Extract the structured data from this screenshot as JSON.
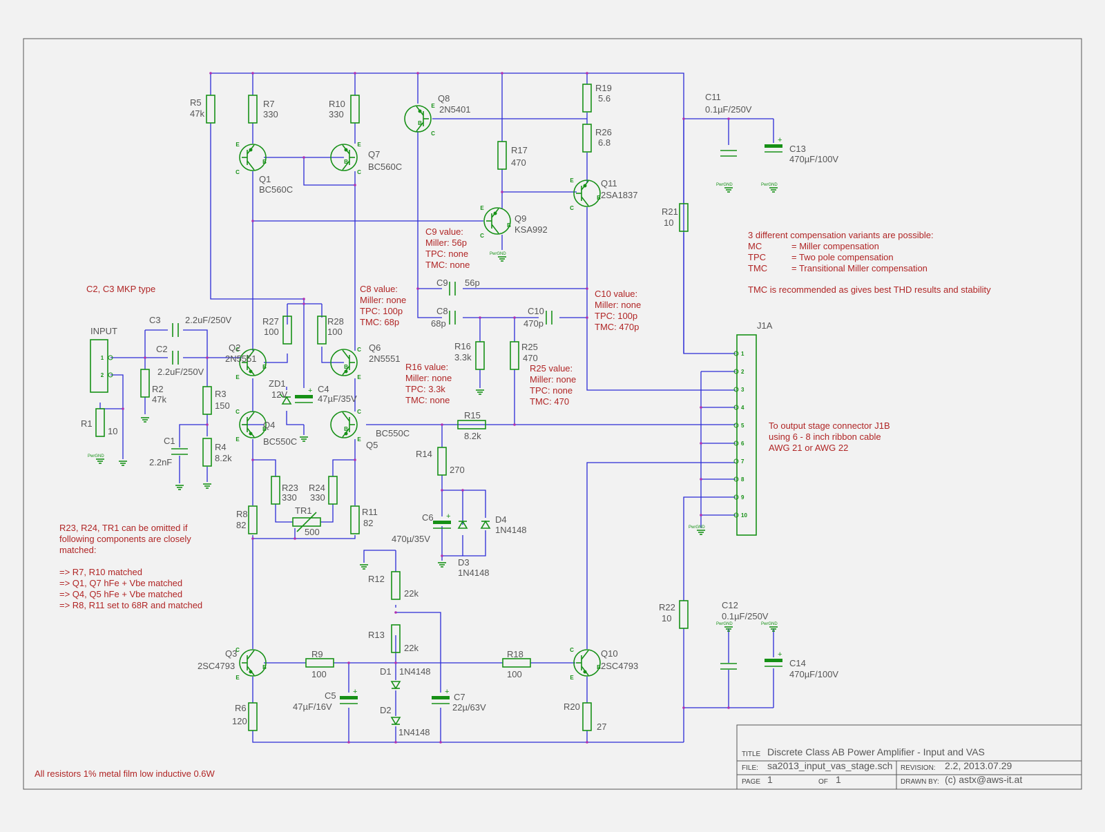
{
  "colors": {
    "wire": "#2b2bd6",
    "component": "#169016",
    "note": "#b02525",
    "label": "#555555"
  },
  "components": {
    "R1": {
      "ref": "R1",
      "value": "10"
    },
    "R2": {
      "ref": "R2",
      "value": "47k"
    },
    "R3": {
      "ref": "R3",
      "value": "150"
    },
    "R4": {
      "ref": "R4",
      "value": "8.2k"
    },
    "R5": {
      "ref": "R5",
      "value": "47k"
    },
    "R6": {
      "ref": "R6",
      "value": "120"
    },
    "R7": {
      "ref": "R7",
      "value": "330"
    },
    "R8": {
      "ref": "R8",
      "value": "82"
    },
    "R9": {
      "ref": "R9",
      "value": "100"
    },
    "R10": {
      "ref": "R10",
      "value": "330"
    },
    "R11": {
      "ref": "R11",
      "value": "82"
    },
    "R12": {
      "ref": "R12",
      "value": "22k"
    },
    "R13": {
      "ref": "R13",
      "value": "22k"
    },
    "R14": {
      "ref": "R14",
      "value": "270"
    },
    "R15": {
      "ref": "R15",
      "value": "8.2k"
    },
    "R16": {
      "ref": "R16",
      "value": "3.3k"
    },
    "R17": {
      "ref": "R17",
      "value": "470"
    },
    "R18": {
      "ref": "R18",
      "value": "100"
    },
    "R19": {
      "ref": "R19",
      "value": "5.6"
    },
    "R20": {
      "ref": "R20",
      "value": "27"
    },
    "R21": {
      "ref": "R21",
      "value": "10"
    },
    "R22": {
      "ref": "R22",
      "value": "10"
    },
    "R23": {
      "ref": "R23",
      "value": "330"
    },
    "R24": {
      "ref": "R24",
      "value": "330"
    },
    "R25": {
      "ref": "R25",
      "value": "470"
    },
    "R26": {
      "ref": "R26",
      "value": "6.8"
    },
    "R27": {
      "ref": "R27",
      "value": "100"
    },
    "R28": {
      "ref": "R28",
      "value": "100"
    },
    "TR1": {
      "ref": "TR1",
      "value": "500"
    },
    "C1": {
      "ref": "C1",
      "value": "2.2nF"
    },
    "C2": {
      "ref": "C2",
      "value": "2.2uF/250V"
    },
    "C3": {
      "ref": "C3",
      "value": "2.2uF/250V"
    },
    "C4": {
      "ref": "C4",
      "value": "47µF/35V"
    },
    "C5": {
      "ref": "C5",
      "value": "47µF/16V"
    },
    "C6": {
      "ref": "C6",
      "value": "470µ/35V"
    },
    "C7": {
      "ref": "C7",
      "value": "22µ/63V"
    },
    "C8": {
      "ref": "C8",
      "value": "68p"
    },
    "C9": {
      "ref": "C9",
      "value": "56p"
    },
    "C10": {
      "ref": "C10",
      "value": "470p"
    },
    "C11": {
      "ref": "C11",
      "value": "0.1µF/250V"
    },
    "C12": {
      "ref": "C12",
      "value": "0.1µF/250V"
    },
    "C13": {
      "ref": "C13",
      "value": "470µF/100V"
    },
    "C14": {
      "ref": "C14",
      "value": "470µF/100V"
    },
    "ZD1": {
      "ref": "ZD1",
      "value": "12V"
    },
    "D1": {
      "ref": "D1",
      "value": "1N4148"
    },
    "D2": {
      "ref": "D2",
      "value": "1N4148"
    },
    "D3": {
      "ref": "D3",
      "value": "1N4148"
    },
    "D4": {
      "ref": "D4",
      "value": "1N4148"
    },
    "Q1": {
      "ref": "Q1",
      "value": "BC560C"
    },
    "Q2": {
      "ref": "Q2",
      "value": "2N5551"
    },
    "Q3": {
      "ref": "Q3",
      "value": "2SC4793"
    },
    "Q4": {
      "ref": "Q4",
      "value": "BC550C"
    },
    "Q5": {
      "ref": "Q5",
      "value": "BC550C"
    },
    "Q6": {
      "ref": "Q6",
      "value": "2N5551"
    },
    "Q7": {
      "ref": "Q7",
      "value": "BC560C"
    },
    "Q8": {
      "ref": "Q8",
      "value": "2N5401"
    },
    "Q9": {
      "ref": "Q9",
      "value": "KSA992"
    },
    "Q10": {
      "ref": "Q10",
      "value": "2SC4793"
    },
    "Q11": {
      "ref": "Q11",
      "value": "2SA1837"
    }
  },
  "connectors": {
    "input": {
      "ref": "INPUT",
      "pins": [
        "1",
        "2"
      ]
    },
    "j1a": {
      "ref": "J1A",
      "pins": [
        "1",
        "2",
        "3",
        "4",
        "5",
        "6",
        "7",
        "8",
        "9",
        "10"
      ]
    }
  },
  "pin_letters": {
    "e": "E",
    "b": "B",
    "c": "C"
  },
  "gnd_label": "PwrGND",
  "notes": {
    "c2c3": "C2, C3 MKP type",
    "c9": [
      "C9 value:",
      "Miller: 56p",
      "TPC: none",
      "TMC: none"
    ],
    "c8": [
      "C8 value:",
      "Miller: none",
      "TPC: 100p",
      "TMC: 68p"
    ],
    "c10": [
      "C10 value:",
      "Miller: none",
      "TPC: 100p",
      "TMC: 470p"
    ],
    "r16": [
      "R16 value:",
      "Miller: none",
      "TPC: 3.3k",
      "TMC: none"
    ],
    "r25": [
      "R25 value:",
      "Miller: none",
      "TPC: none",
      "TMC: 470"
    ],
    "compensation": {
      "intro": "3 different compensation variants are possible:",
      "rows": [
        {
          "abbr": "MC",
          "desc": "= Miller compensation"
        },
        {
          "abbr": "TPC",
          "desc": "= Two pole compensation"
        },
        {
          "abbr": "TMC",
          "desc": "= Transitional Miller compensation"
        }
      ],
      "recommend": "TMC is recommended as gives best THD results and stability"
    },
    "output": [
      "To output stage connector J1B",
      "using 6 - 8 inch ribbon cable",
      "AWG 21 or AWG 22"
    ],
    "matching": [
      "R23, R24, TR1 can be omitted if",
      "following components are closely",
      "matched:",
      "",
      "=> R7, R10 matched",
      "=> Q1, Q7 hFe + Vbe matched",
      "=> Q4, Q5 hFe + Vbe matched",
      "=> R8, R11 set to 68R and matched"
    ],
    "resistors": "All resistors 1% metal film low inductive 0.6W"
  },
  "title_block": {
    "title_label": "TITLE",
    "title": "Discrete Class AB Power Amplifier - Input and VAS",
    "file_label": "FILE:",
    "file": "sa2013_input_vas_stage.sch",
    "revision_label": "REVISION:",
    "revision": "2.2, 2013.07.29",
    "page_label": "PAGE",
    "page": "1",
    "of_label": "OF",
    "of": "1",
    "drawn_label": "DRAWN BY:",
    "drawn": "(c) astx@aws-it.at"
  }
}
